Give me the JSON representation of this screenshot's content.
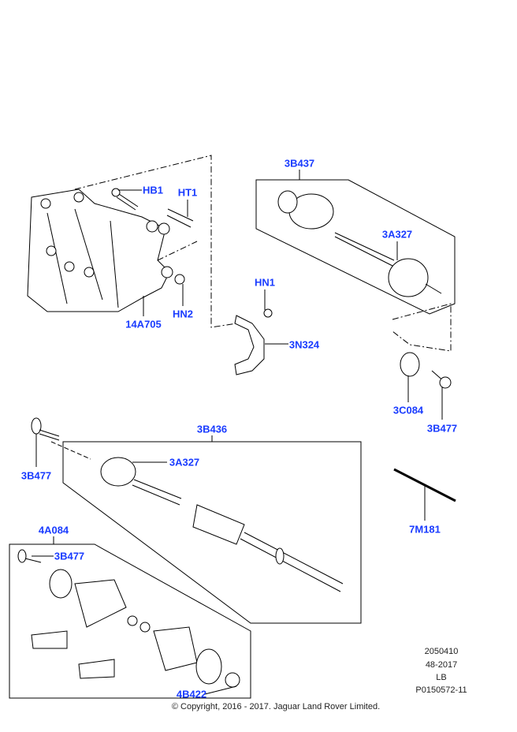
{
  "callouts": {
    "hb1": "HB1",
    "ht1": "HT1",
    "bracket": "14A705",
    "hn2": "HN2",
    "shaft_right_assy": "3B437",
    "cv_joint_upper": "3A327",
    "hn1": "HN1",
    "bracket_3n324": "3N324",
    "seal_3c084": "3C084",
    "bolt_right": "3B477",
    "shaft_left_assy": "3B436",
    "cv_joint_lower": "3A327",
    "bolt_left": "3B477",
    "tool_7m181": "7M181",
    "boot_kit": "4A084",
    "bolt_kit": "3B477",
    "clip_4b422": "4B422"
  },
  "notes": [
    "2050410",
    "48-2017",
    "LB",
    "P0150572-11"
  ],
  "copyright": "© Copyright, 2016 - 2017. Jaguar Land Rover Limited.",
  "colors": {
    "callout": "#1a3cff",
    "line": "#000000"
  }
}
